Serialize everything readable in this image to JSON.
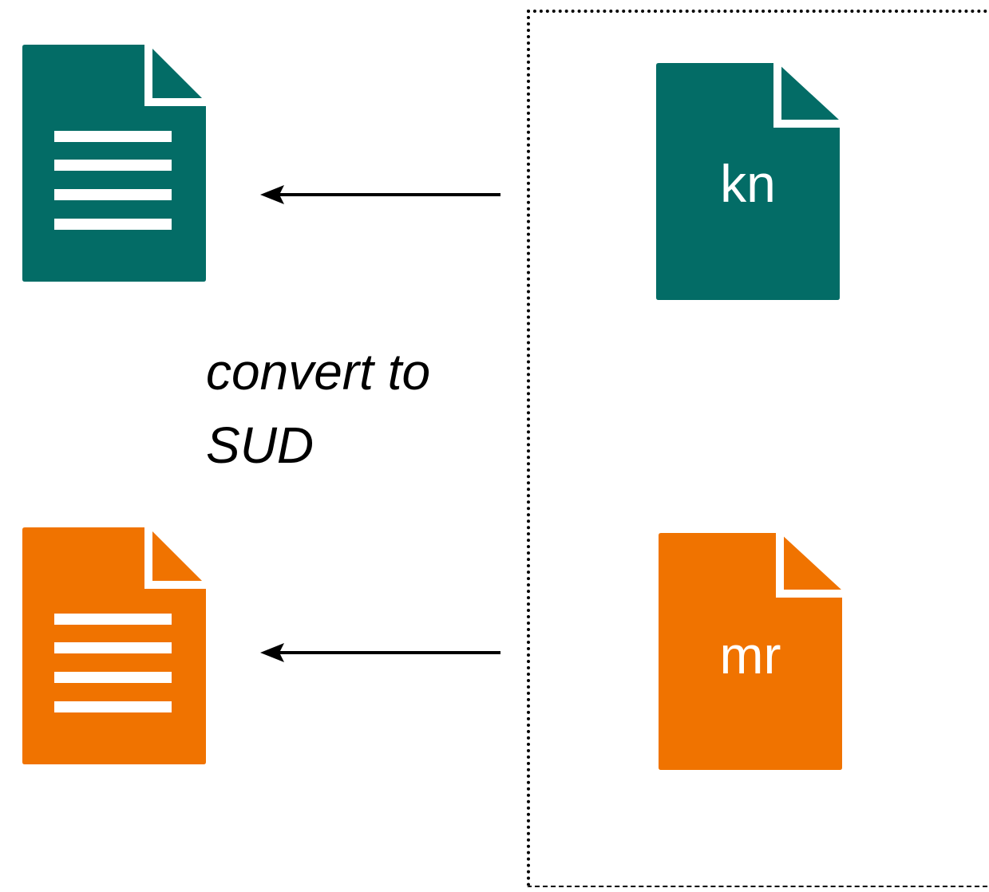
{
  "diagram": {
    "caption_line1": "convert to",
    "caption_line2": "SUD",
    "sources": [
      {
        "label": "kn",
        "color": "#036C66"
      },
      {
        "label": "mr",
        "color": "#F07300"
      }
    ],
    "outputs": [
      {
        "icon": "document-lines-icon",
        "color": "#036C66"
      },
      {
        "icon": "document-lines-icon",
        "color": "#F07300"
      }
    ]
  }
}
